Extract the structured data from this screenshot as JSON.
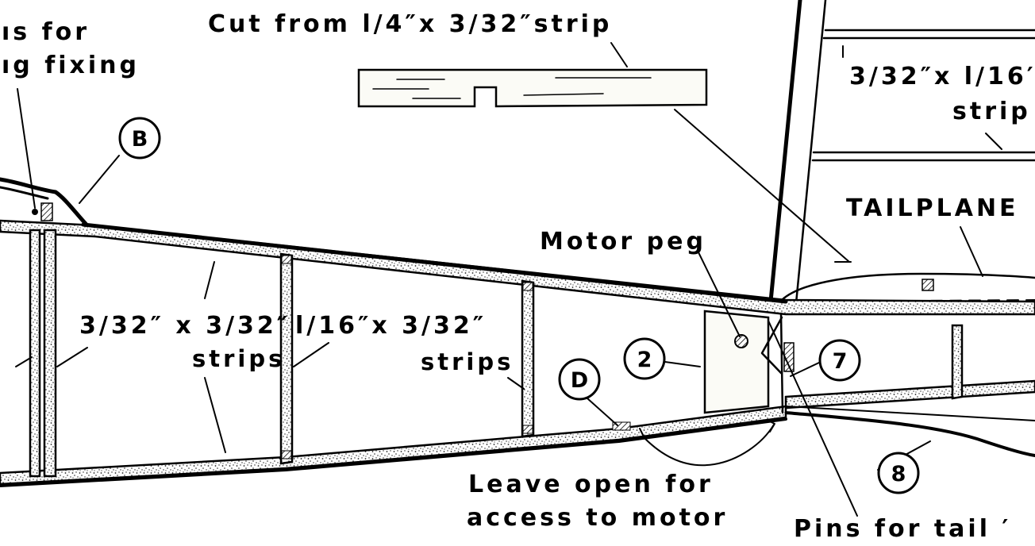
{
  "labels": {
    "wing_fixing_l1": "ıs  for",
    "wing_fixing_l2": "ıg  fixing",
    "cut_from": "Cut  from  l/4″x  3/32″strip",
    "strip_332x116": "3/32″x  l/16′",
    "strip_word_right": "strip",
    "tailplane": "TAILPLANE",
    "motor_peg": "Motor  peg",
    "strips_332x332_a": "3/32″ x  3/32″",
    "strips_332x332_b": "strips",
    "strips_116x332_a": "l/16″x  3/32″",
    "strips_116x332_b": "strips",
    "leave_open_1": "Leave  open  for",
    "leave_open_2": "access  to  motor",
    "pins_for_tail": "Pins  for  tail  ′"
  },
  "callouts": {
    "b": "B",
    "d": "D",
    "two": "2",
    "seven": "7",
    "eight": "8"
  }
}
